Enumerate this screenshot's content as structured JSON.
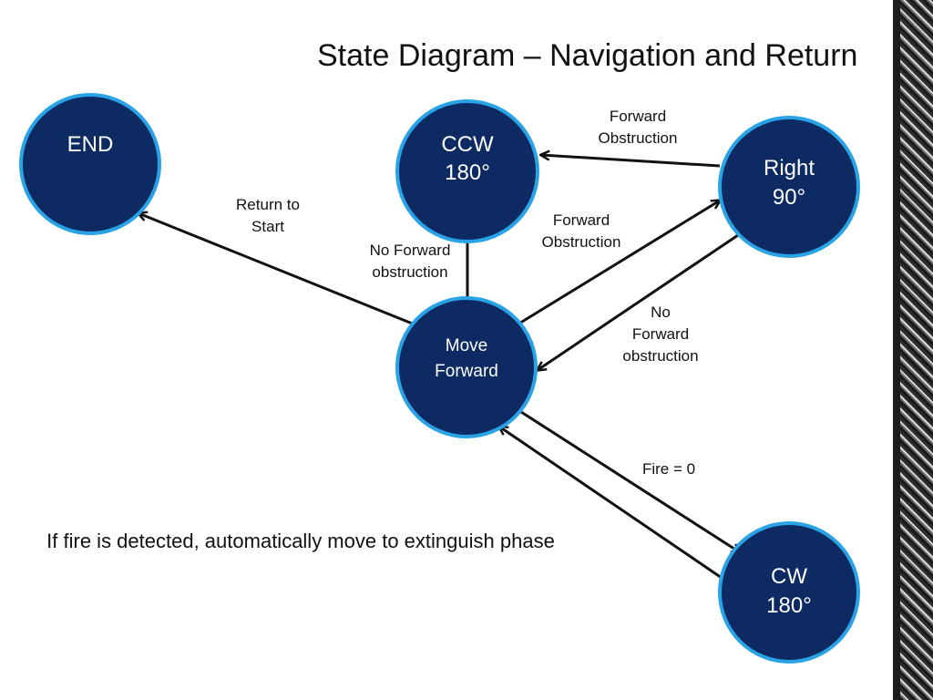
{
  "title": "State Diagram – Navigation and Return",
  "nodes": {
    "end": {
      "lines": [
        "END"
      ]
    },
    "ccw": {
      "lines": [
        "CCW",
        "180°"
      ]
    },
    "right": {
      "lines": [
        "Right",
        "90°"
      ]
    },
    "move": {
      "lines": [
        "Move",
        "Forward"
      ]
    },
    "cw": {
      "lines": [
        "CW",
        "180°"
      ]
    }
  },
  "edges": {
    "right_to_ccw": [
      "Forward",
      "Obstruction"
    ],
    "move_to_end": [
      "Return to",
      "Start"
    ],
    "ccw_to_move": [
      "No Forward",
      "obstruction"
    ],
    "move_to_right": [
      "Forward",
      "Obstruction"
    ],
    "right_to_move": [
      "No",
      "Forward",
      "obstruction"
    ],
    "move_to_cw": [
      "Fire = 0"
    ]
  },
  "note": "If fire is detected, automatically move to extinguish phase",
  "colors": {
    "node_fill": "#0d2a63",
    "node_border": "#29a3e6",
    "arrow": "#111111"
  }
}
